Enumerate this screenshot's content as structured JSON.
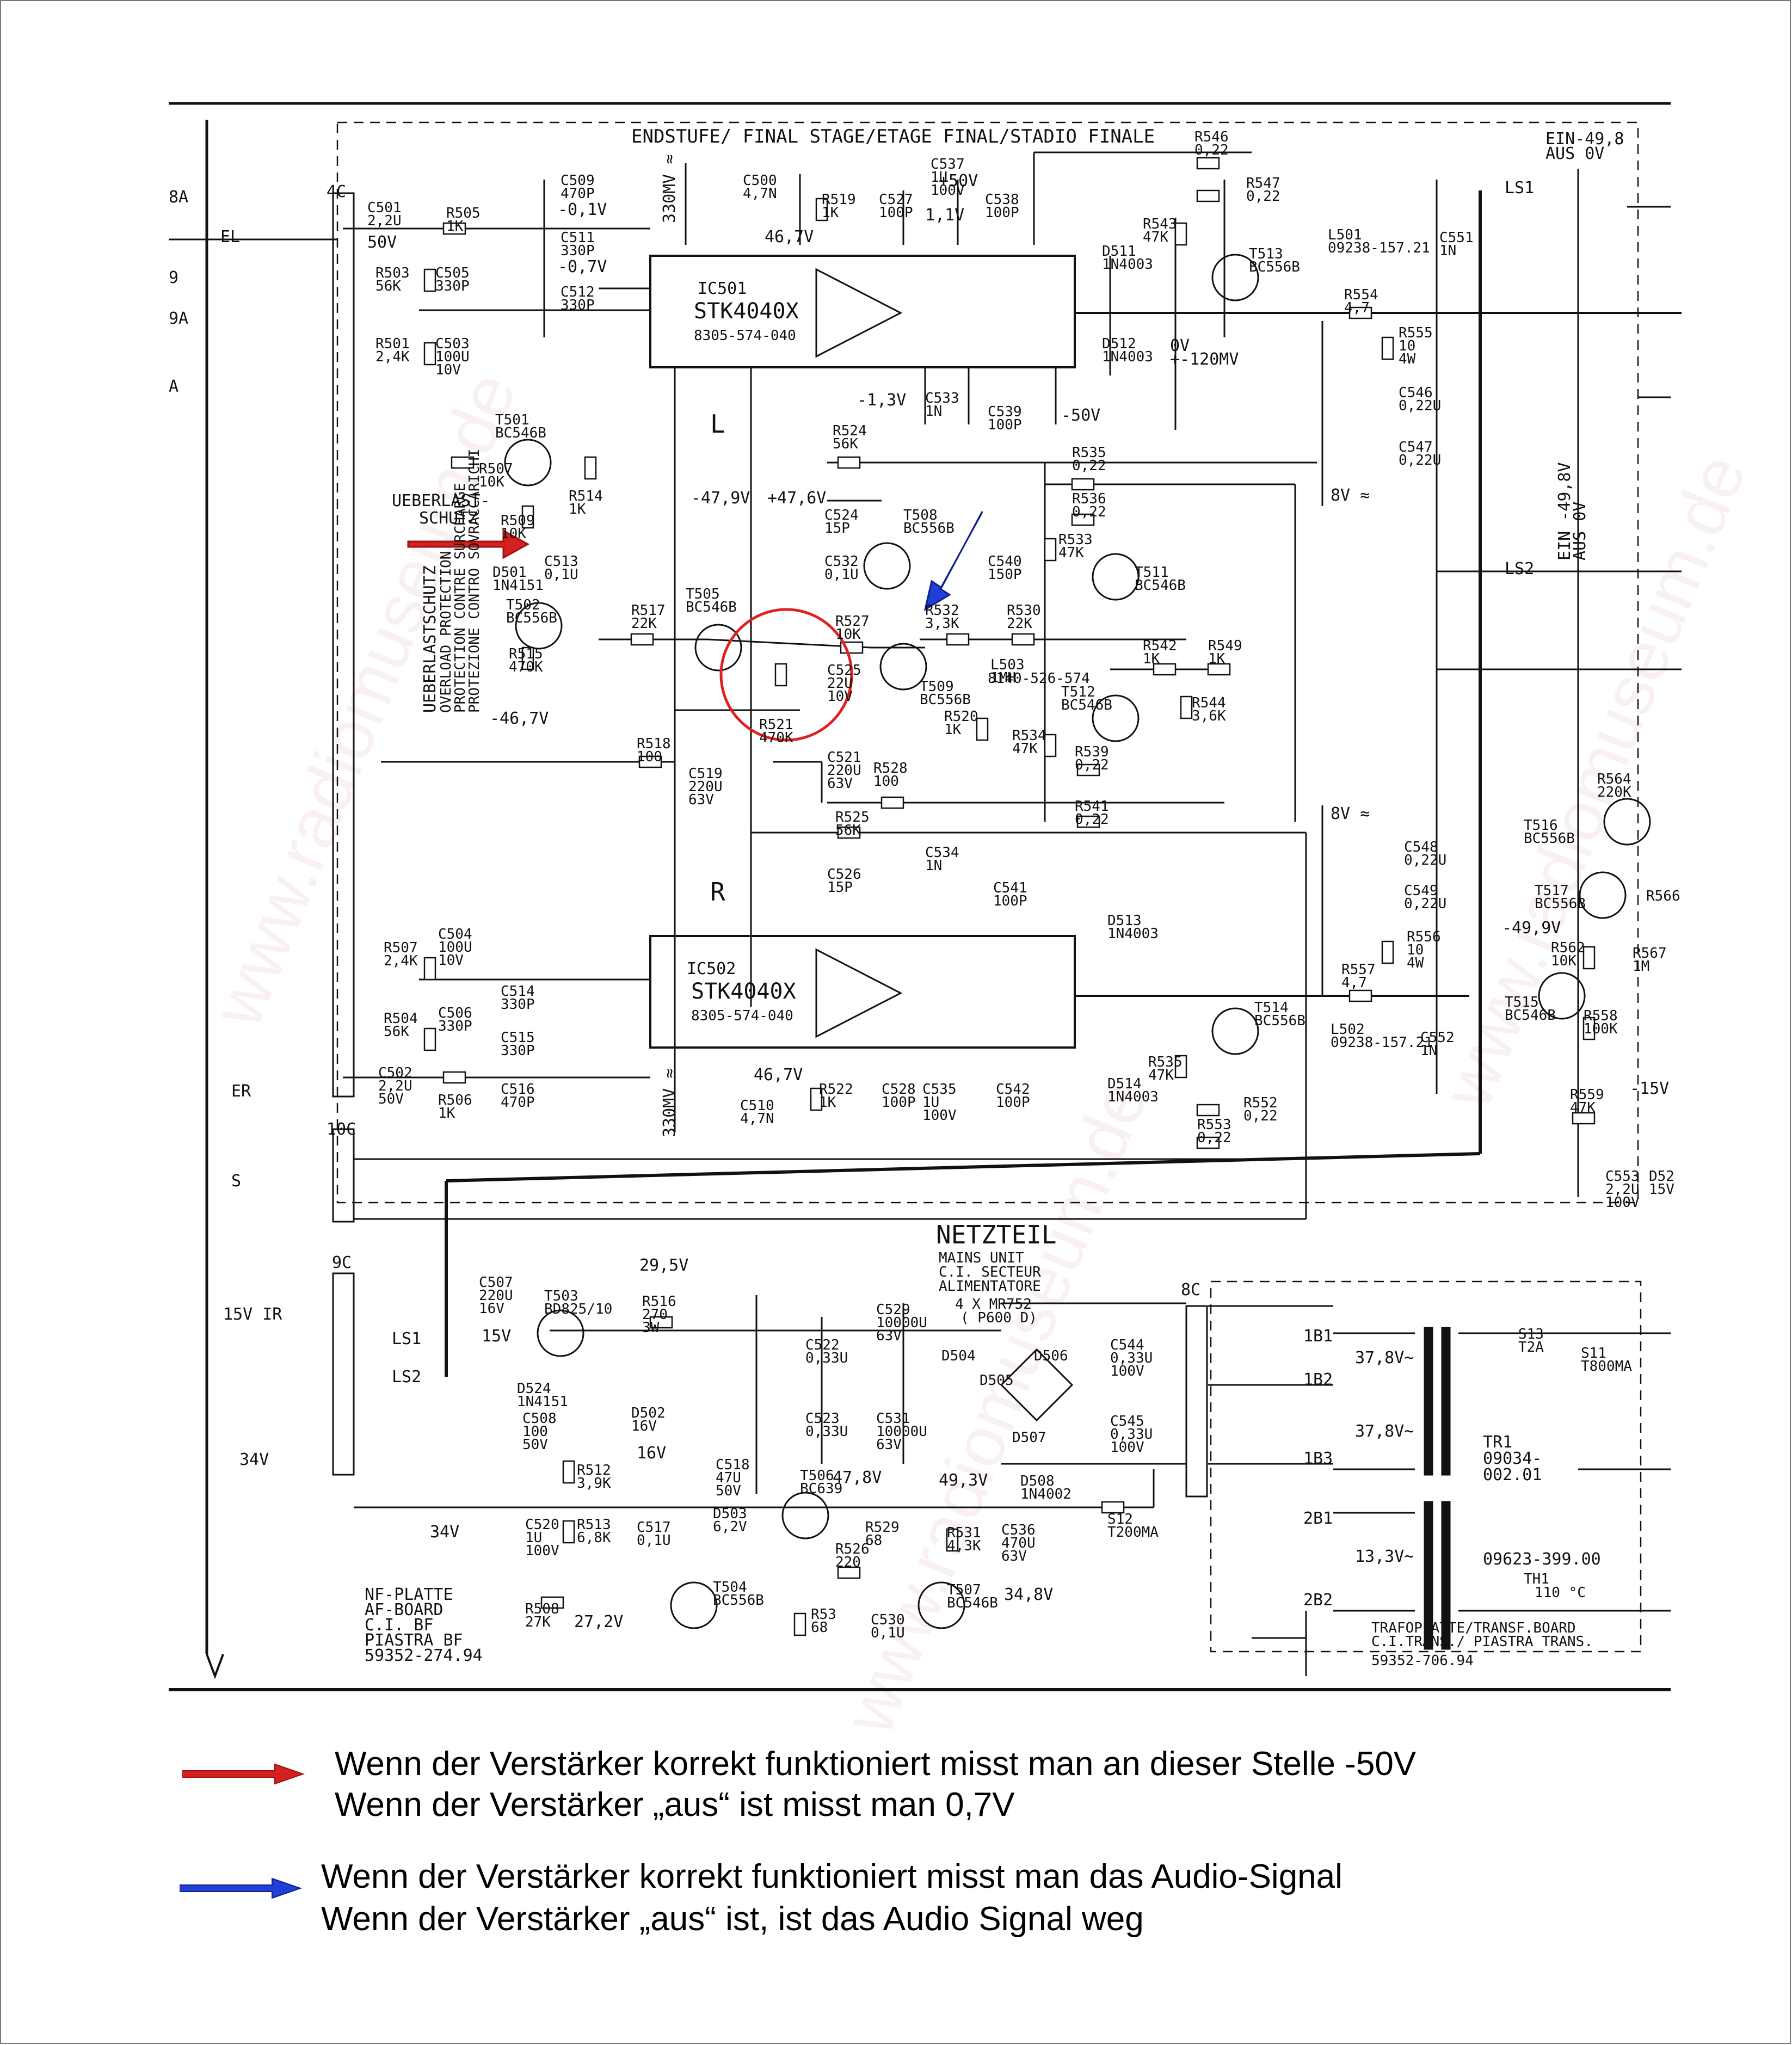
{
  "schematic": {
    "final_stage_title": "ENDSTUFE/ FINAL STAGE/ETAGE FINAL/STADIO FINALE",
    "mains_unit_title": [
      "NETZTEIL",
      "MAINS UNIT",
      "C.I. SECTEUR",
      "ALIMENTATORE"
    ],
    "ic_upper": {
      "name": "IC501",
      "type": "STK4040X",
      "part": "8305-574-040"
    },
    "ic_lower": {
      "name": "IC502",
      "type": "STK4040X",
      "part": "8305-574-040"
    },
    "channel_left": "L",
    "channel_right": "R",
    "protection_label": [
      "UEBERLAST-",
      "SCHUTZ"
    ],
    "protection_vertical": [
      "UEBERLASTSCHUTZ",
      "OVERLOAD PROTECTION",
      "PROTECTION CONTRE SURCHARGE",
      "PROTEZIONE CONTRO SOVRACCARICHI"
    ],
    "af_board": [
      "NF-PLATTE",
      "AF-BOARD",
      "C.I. BF",
      "PIASTRA BF",
      "59352-274.94"
    ],
    "transformer_board": [
      "TRAFOPLATTE/TRANSF.BOARD",
      "C.I.TRANS./ PIASTRA TRANS.",
      "59352-706.94"
    ],
    "transformer": [
      "TR1",
      "09034-",
      "002.01"
    ],
    "thermal": [
      "TH1",
      "110 °C"
    ],
    "transformer_part": "09623-399.00",
    "rectifier": [
      "4 X MR752",
      "( P600 D)"
    ],
    "switch_top": [
      "EIN-49,8",
      "AUS 0V"
    ],
    "switch_side": [
      "EIN -49,8V",
      "AUS 0V"
    ],
    "voltages": {
      "v_neg50": "-50V",
      "v_pos50": "+50V",
      "v_neg47_9": "-47,9V",
      "v_pos47_6": "+47,6V",
      "v_neg46_7": "-46,7V",
      "v_46_7": "46,7V",
      "v_neg1_3": "-1,3V",
      "v_neg0_1": "-0,1V",
      "v_neg0_7": "-0,7V",
      "v_0v_120": "0V",
      "v_pos120mv": "+-120MV",
      "v_1_1": "1,1V",
      "v_29_5": "29,5V",
      "v_49_3": "49,3V",
      "v_47_8": "47,8V",
      "v_34_8": "34,8V",
      "v_27_2": "27,2V",
      "v_37_8": "37,8V~",
      "v_13_3": "13,3V~",
      "v_neg15": "-15V",
      "v_neg49_9": "-49,9V",
      "v_330mv": "330MV ≈",
      "v_8v": "8V ≈",
      "v_50v": "50V",
      "v_15v": "15V",
      "v_16v": "16V",
      "v_34v": "34V"
    },
    "components_upper": [
      "R505 1K",
      "C501 2,2U",
      "R503 56K",
      "C505 330P",
      "R501 2,4K",
      "C503 100U 10V",
      "C509 470P",
      "C511 330P",
      "C512 330P",
      "C500 4,7N",
      "R519 1K",
      "C527 100P",
      "C537 1U 100V",
      "C538 100P",
      "R546 0,22",
      "R547 0,22",
      "D511 1N4003",
      "D512 1N4003",
      "T513 BC556B",
      "R543 47K",
      "L501 09238-157.21",
      "R554 4,7",
      "C551 1N",
      "R555 10 4W",
      "C546 0,22U",
      "C547 0,22U",
      "C533 1N",
      "C539 100P",
      "R524 56K",
      "R535 0,22",
      "R536 0,22",
      "R533 47K",
      "T501 BC546B",
      "R507 10K",
      "R514 1K",
      "R509 10K",
      "C513 0,1U",
      "D501 1N4151",
      "T502 BC556B",
      "R515 470K",
      "R517 22K",
      "T505 BC546B",
      "R527 10K",
      "C525 22U 10V",
      "R521 470K",
      "C524 15P",
      "C532 0,1U",
      "T508 BC556B",
      "C540 150P",
      "T511 BC546B",
      "R532 3,3K",
      "R530 22K",
      "L503 1MH",
      "8140-526-574",
      "T509 BC556B",
      "R520 1K",
      "R542 1K",
      "R549 1K",
      "R544 3,6K",
      "T512 BC546B",
      "R534 47K",
      "R539 0,22",
      "R541 0,22",
      "R518 100",
      "C519 220U 63V",
      "C521 220U 63V",
      "R528 100",
      "R525 56K",
      "C526 15P",
      "C534 1N",
      "C541 100P"
    ],
    "components_lower": [
      "R507 2,4K",
      "C504 100U 10V",
      "C514 330P",
      "R504 56K",
      "C506 330P",
      "C515 330P",
      "C502 2,2U 50V",
      "R506 1K",
      "C516 470P",
      "C510 4,7N",
      "R522 1K",
      "C528 100P",
      "C535 1U 100V",
      "C542 100P",
      "D513 1N4003",
      "D514 1N4003",
      "T514 BC556B",
      "R535 47K",
      "R552 0,22",
      "R553 0,22",
      "L502 09238-157.21",
      "R557 4,7",
      "C552 1N",
      "R556 10 4W",
      "C548 0,22U",
      "C549 0,22U",
      "R564 220K",
      "T516 BC556B",
      "T517 BC556B",
      "R566",
      "R562 10K",
      "R567 1M",
      "T515 BC546B",
      "R558 100K",
      "R559 47K",
      "C553 2,2U 100V",
      "D52 15V"
    ],
    "components_psu": [
      "C507 220U 16V",
      "T503 BD825/10",
      "R516 270 3W",
      "D524 1N4151",
      "C508 100 50V",
      "D502 16V",
      "R512 3,9K",
      "C520 1U 100V",
      "R513 6,8K",
      "C517 0,1U",
      "D503 6,2V",
      "T504 BC556B",
      "R508 27K",
      "C518 47U 50V",
      "T506 BC639",
      "R529 68",
      "R526 220",
      "R531 4,3K",
      "C536 470U 63V",
      "T507 BC546B",
      "R53 68",
      "C530 0,1U",
      "D508 1N4002",
      "S12 T200MA",
      "C522 0,33U",
      "C523 0,33U",
      "C529 10000U 63V",
      "C531 10000U 63V",
      "D504",
      "D505",
      "D506",
      "D507",
      "C544 0,33U 100V",
      "C545 0,33U 100V",
      "S13 T2A",
      "S11 T800MA"
    ],
    "connectors": [
      "4C",
      "10C",
      "9C",
      "8C",
      "1B1",
      "1B2",
      "1B3",
      "2B1",
      "2B2",
      "LS1",
      "LS2",
      "EL",
      "ER",
      "S",
      "15V IR",
      "34V",
      "8A",
      "9",
      "9A",
      "A"
    ]
  },
  "legend": {
    "red_line1": "Wenn der Verstärker korrekt funktioniert misst man an dieser Stelle -50V",
    "red_line2": "Wenn der Verstärker „aus“ ist misst man 0,7V",
    "blue_line1": "Wenn der Verstärker korrekt funktioniert misst man das Audio-Signal",
    "blue_line2": "Wenn der Verstärker „aus“ ist, ist das Audio Signal weg",
    "red_color": "#d42020",
    "blue_color": "#1f3fd6"
  },
  "watermark": "www.radiomuseum.de",
  "colors": {
    "ink": "#111111",
    "marker_circle": "#e02020"
  }
}
